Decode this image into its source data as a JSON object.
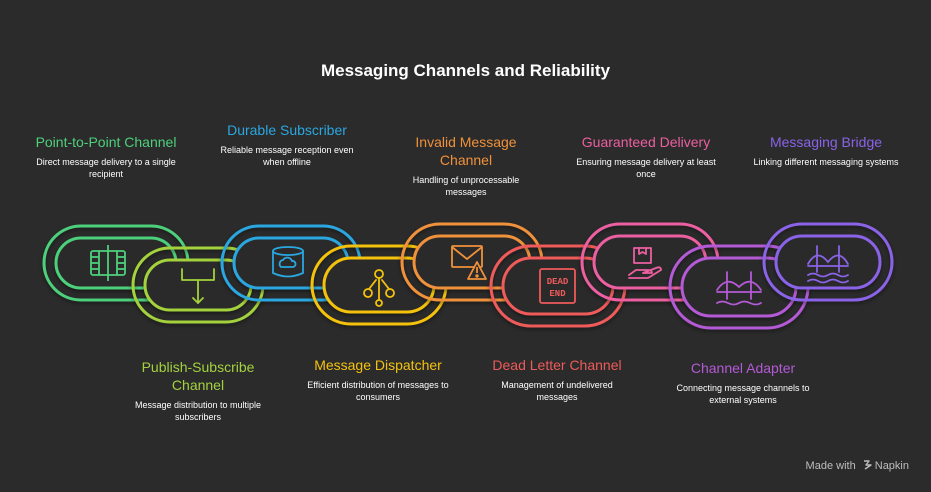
{
  "title": "Messaging Channels and Reliability",
  "items": [
    {
      "title": "Point-to-Point Channel",
      "description": "Direct message delivery to a single recipient",
      "color": "#4ed07c",
      "icon": "film-strip-icon"
    },
    {
      "title": "Publish-Subscribe Channel",
      "description": "Message distribution to multiple subscribers",
      "color": "#a3d23d",
      "icon": "branch-arrow-down-icon"
    },
    {
      "title": "Durable Subscriber",
      "description": "Reliable message reception even when offline",
      "color": "#2aa7e0",
      "icon": "cloud-storage-icon"
    },
    {
      "title": "Message Dispatcher",
      "description": "Efficient distribution of messages to consumers",
      "color": "#f4c20d",
      "icon": "dispatcher-network-icon"
    },
    {
      "title": "Invalid Message Channel",
      "description": "Handling of unprocessable messages",
      "color": "#f0913a",
      "icon": "warning-envelope-icon"
    },
    {
      "title": "Dead Letter Channel",
      "description": "Management of undelivered messages",
      "color": "#ef5a5a",
      "icon": "dead-end-sign-icon"
    },
    {
      "title": "Guaranteed Delivery",
      "description": "Ensuring message delivery at least once",
      "color": "#ec5fa0",
      "icon": "package-hand-icon"
    },
    {
      "title": "Channel Adapter",
      "description": "Connecting message channels to external systems",
      "color": "#b45ad6",
      "icon": "bridge-icon"
    },
    {
      "title": "Messaging Bridge",
      "description": "Linking different messaging systems",
      "color": "#8a63e8",
      "icon": "suspension-bridge-icon"
    }
  ],
  "footer": {
    "prefix": "Made with",
    "brand": "Napkin"
  }
}
